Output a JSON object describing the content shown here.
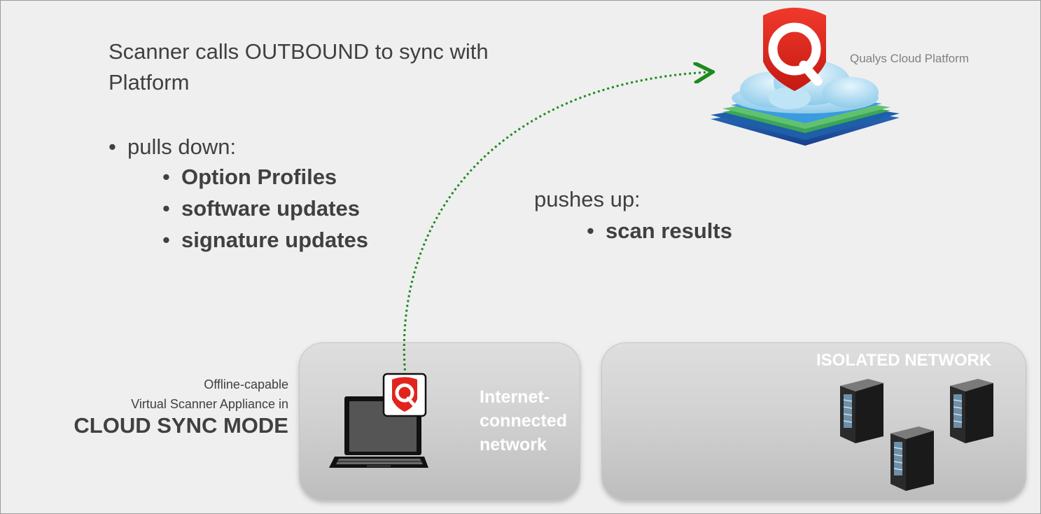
{
  "heading": "Scanner calls OUTBOUND to sync with Platform",
  "pulls_down": {
    "label": "pulls down:",
    "items": [
      "Option Profiles",
      "software updates",
      "signature updates"
    ]
  },
  "pushes_up": {
    "label": "pushes up:",
    "items": [
      "scan results"
    ]
  },
  "cloud": {
    "label": "Qualys Cloud Platform",
    "icon": "qualys-shield-icon"
  },
  "scanner": {
    "line1": "Offline-capable",
    "line2": "Virtual Scanner Appliance in",
    "mode": "CLOUD SYNC MODE"
  },
  "internet_network": {
    "line1": "Internet-",
    "line2": "connected",
    "line3": "network"
  },
  "isolated_network": {
    "label": "ISOLATED NETWORK",
    "servers": 3
  },
  "bullet": "•",
  "colors": {
    "brand_red": "#e0261c",
    "arrow_green": "#1e8a1e",
    "text": "#404040"
  }
}
